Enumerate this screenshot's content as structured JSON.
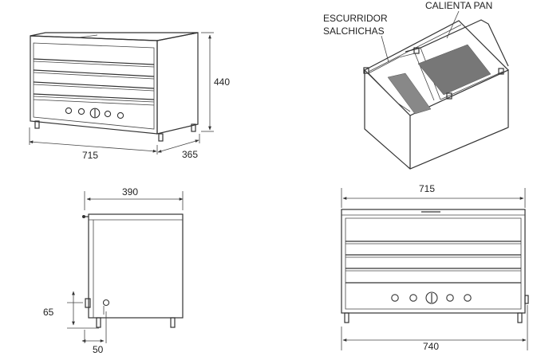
{
  "labels": {
    "escurridor_line1": "ESCURRIDOR",
    "escurridor_line2": "SALCHICHAS",
    "calienta_pan": "CALIENTA PAN"
  },
  "dimensions": {
    "iso_width": "715",
    "iso_depth": "365",
    "iso_height": "440",
    "side_width": "390",
    "side_drain_height": "65",
    "side_drain_offset": "50",
    "front_top_width": "715",
    "front_bottom_width": "740"
  }
}
